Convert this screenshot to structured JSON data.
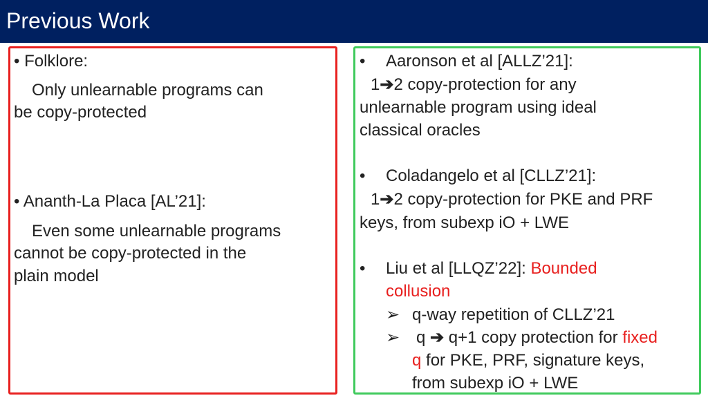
{
  "title": "Previous Work",
  "left": {
    "item1_head": "• Folklore:",
    "item1_line1": "Only unlearnable programs can",
    "item1_line2": "be copy-protected",
    "item2_head": "• Ananth-La Placa [AL’21]:",
    "item2_line1": "Even some unlearnable programs",
    "item2_line2": "cannot be copy-protected in the",
    "item2_line3": "plain model"
  },
  "right": {
    "bullet": "•",
    "a_head": "Aaronson et al [ALLZ’21]:",
    "a_l1_pre": "1",
    "a_l1_arrow": "➔",
    "a_l1_post": "2 copy-protection for any",
    "a_l2": "unlearnable program using ideal",
    "a_l3": "classical oracles",
    "b_head": "Coladangelo et al [CLLZ’21]:",
    "b_l1_pre": "1",
    "b_l1_arrow": "➔",
    "b_l1_post": "2 copy-protection for PKE and PRF",
    "b_l2": "keys, from subexp iO + LWE",
    "c_head_pre": "Liu et al [LLQZ’22]: ",
    "c_head_red": "Bounded",
    "c_l2_red": "collusion",
    "sub_marker": "➢",
    "sub1": "q-way repetition of CLLZ’21",
    "sub2_pre": "q ",
    "sub2_arrow": "➔",
    "sub2_post": " q+1 copy protection for ",
    "sub2_red": "fixed",
    "sub2_l2_red": "q",
    "sub2_l2_post": " for PKE, PRF, signature keys,",
    "sub2_l3": "from subexp iO + LWE"
  },
  "colors": {
    "title_bar": "#002060",
    "left_border": "#e8201f",
    "right_border": "#3fca5c",
    "highlight": "#e8201f"
  }
}
